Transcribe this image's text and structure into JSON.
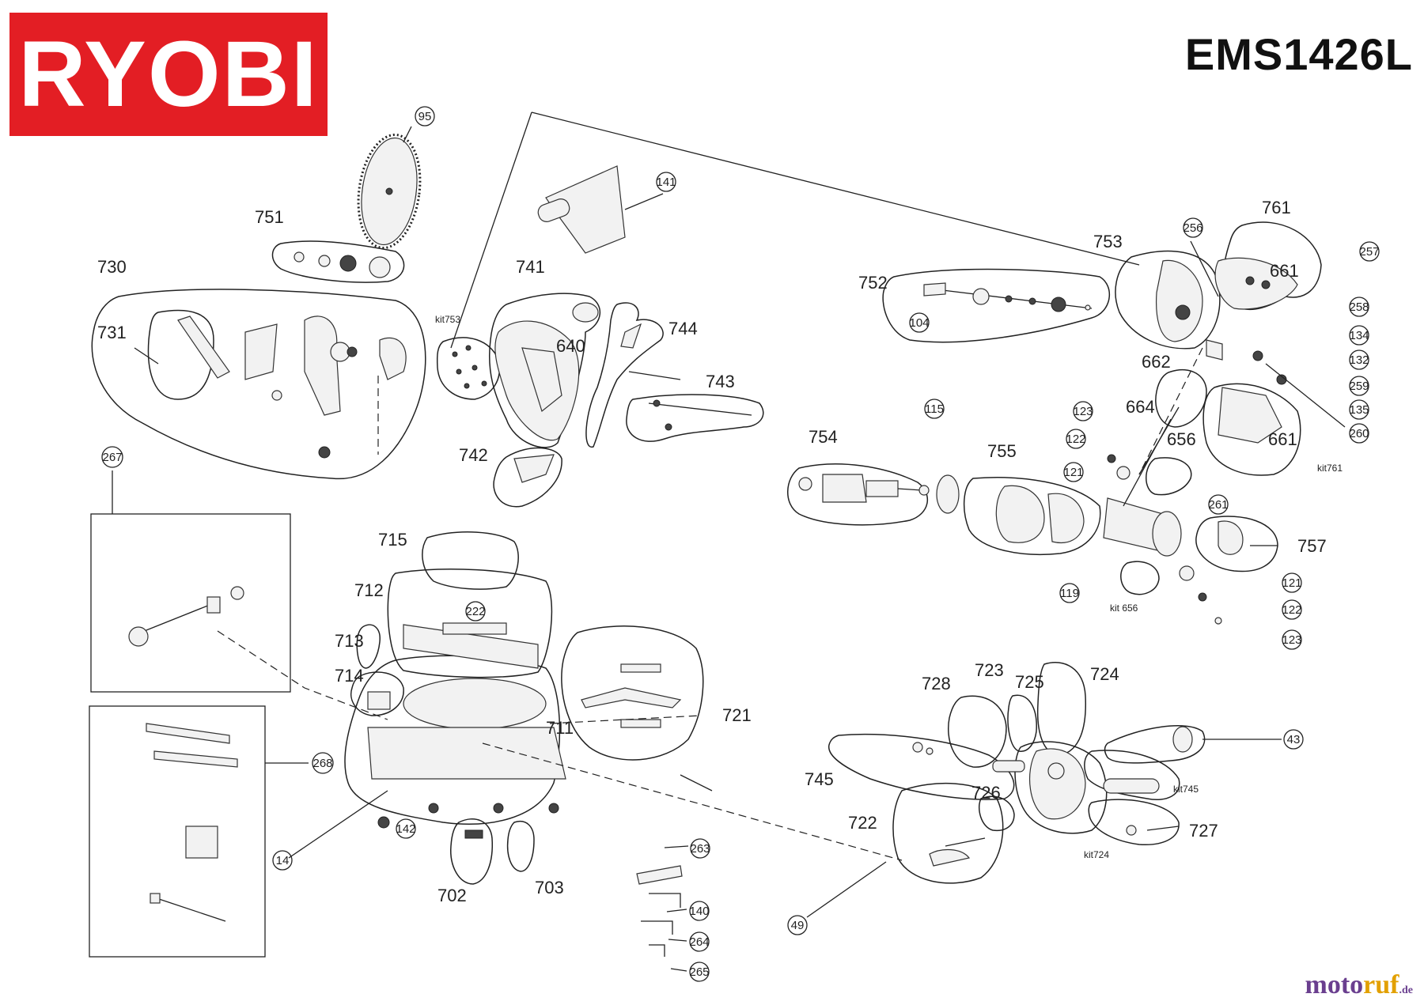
{
  "brand": "RYOBI",
  "model": "EMS1426L",
  "watermark": {
    "main": "moto",
    "accent": "ruf",
    "tld": ".de"
  },
  "colors": {
    "brand_red": "#e31e24",
    "watermark_purple": "#6a3f8f",
    "watermark_yellow": "#e2a000"
  },
  "labels": {
    "p751": "751",
    "p730": "730",
    "p731": "731",
    "p741": "741",
    "p640": "640",
    "p744": "744",
    "p743": "743",
    "p742": "742",
    "p752": "752",
    "p753": "753",
    "p761": "761",
    "p661a": "661",
    "p662": "662",
    "p664": "664",
    "p656": "656",
    "p661b": "661",
    "p754": "754",
    "p755": "755",
    "p757": "757",
    "p715": "715",
    "p712": "712",
    "p713": "713",
    "p714": "714",
    "p711": "711",
    "p721": "721",
    "p702": "702",
    "p703": "703",
    "p728": "728",
    "p723": "723",
    "p725": "725",
    "p724": "724",
    "p745": "745",
    "p726": "726",
    "p722": "722",
    "p727": "727"
  },
  "circled": {
    "c95": "95",
    "c141": "141",
    "c104": "104",
    "c256": "256",
    "c257": "257",
    "c258": "258",
    "c134": "134",
    "c132": "132",
    "c259": "259",
    "c135": "135",
    "c260": "260",
    "c115": "115",
    "c123a": "123",
    "c122a": "122",
    "c121a": "121",
    "c261": "261",
    "c121b": "121",
    "c122b": "122",
    "c123b": "123",
    "c119": "119",
    "c267": "267",
    "c268": "268",
    "c222": "222",
    "c142": "142",
    "c14": "14",
    "c263": "263",
    "c140": "140",
    "c264": "264",
    "c265": "265",
    "c43": "43",
    "c49": "49"
  },
  "kits": {
    "kit753": "kit753",
    "kit761": "kit761",
    "kit656": "kit 656",
    "kit745": "kit745",
    "kit724": "kit724"
  }
}
